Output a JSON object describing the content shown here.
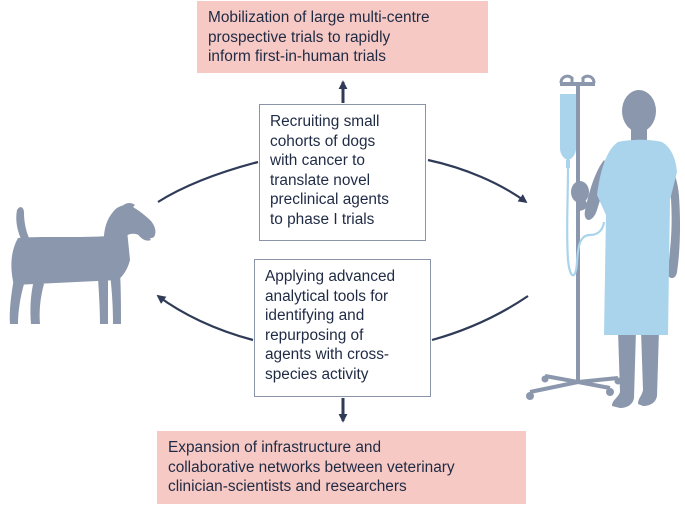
{
  "colors": {
    "silhouette": "#8b97ac",
    "arrow": "#2f3b57",
    "gown": "#a9d4ec",
    "pink_box": "#f6c9c4",
    "box_border": "#8a94a8",
    "text": "#1f2a44"
  },
  "icons": [
    "dog-silhouette-icon",
    "patient-silhouette-icon",
    "iv-drip-stand-icon"
  ],
  "boxes": {
    "top": {
      "lines": [
        "Mobilization of large multi-centre",
        "prospective trials to rapidly",
        "inform first-in-human trials"
      ]
    },
    "upper": {
      "lines": [
        "Recruiting small",
        "cohorts of dogs",
        "with cancer to",
        "translate novel",
        "preclinical agents",
        "to phase I trials"
      ]
    },
    "lower": {
      "lines": [
        "Applying advanced",
        "analytical tools for",
        "identifying and",
        "repurposing of",
        "agents with cross-",
        "species activity"
      ]
    },
    "bottom": {
      "lines": [
        "Expansion of infrastructure and",
        "collaborative networks between veterinary",
        "clinician-scientists and researchers"
      ]
    }
  }
}
